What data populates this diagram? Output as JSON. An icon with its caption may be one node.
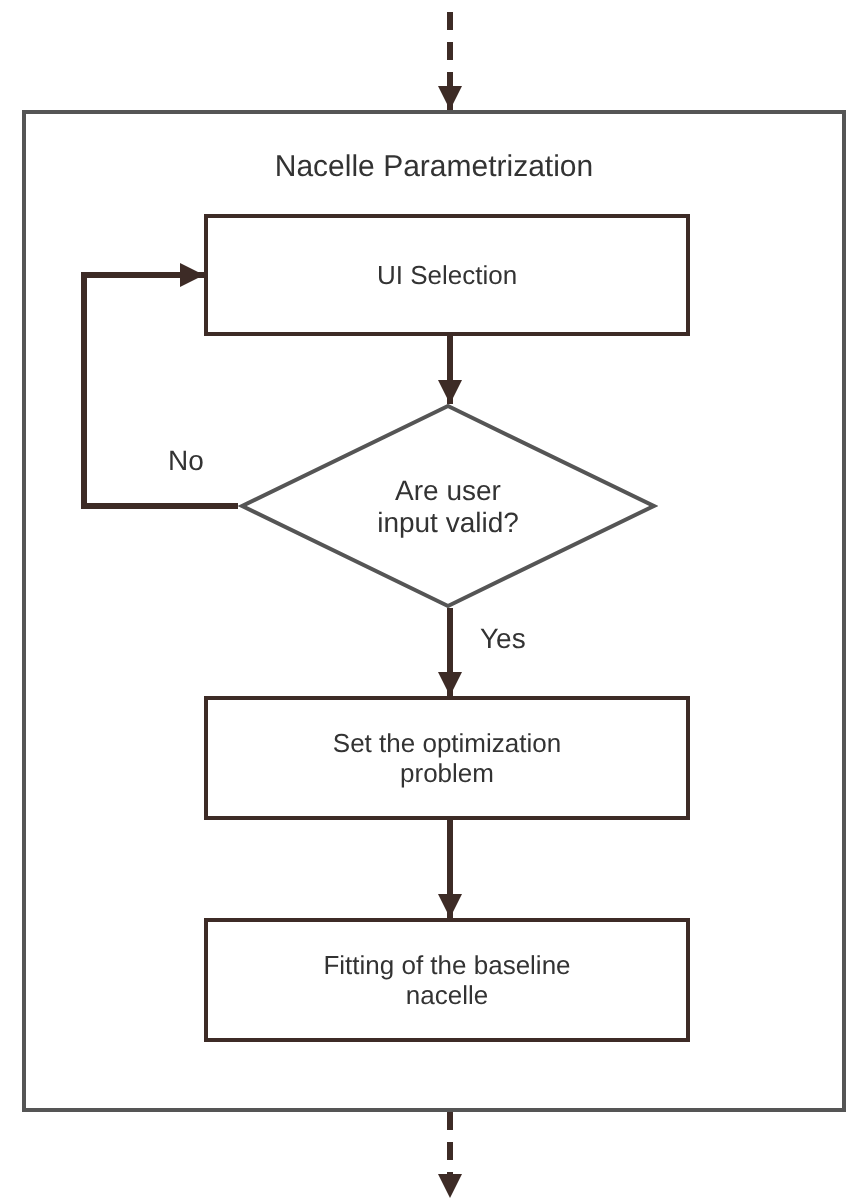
{
  "diagram": {
    "nodes": [
      {
        "text": [
          "Nacelle Parametrization"
        ]
      },
      {
        "text": [
          "UI Selection"
        ],
        "in": 0
      },
      {
        "text": [
          "Are user input valid?"
        ],
        "in": 0
      },
      {
        "text": [
          "Set the optimization problem"
        ],
        "in": 0
      },
      {
        "text": [
          "Fitting of the baseline nacelle"
        ],
        "in": 0
      }
    ],
    "edges": [
      {
        "from": null,
        "to": 0,
        "arrow": "to",
        "style": "dashed"
      },
      {
        "from": 1,
        "to": 2,
        "arrow": "to"
      },
      {
        "from": 2,
        "to": 1,
        "arrow": "to",
        "label": "No"
      },
      {
        "from": 2,
        "to": 3,
        "arrow": "to",
        "label": "Yes"
      },
      {
        "from": 3,
        "to": 4,
        "arrow": "to"
      },
      {
        "from": 0,
        "to": null,
        "arrow": "to",
        "style": "dashed"
      }
    ]
  }
}
